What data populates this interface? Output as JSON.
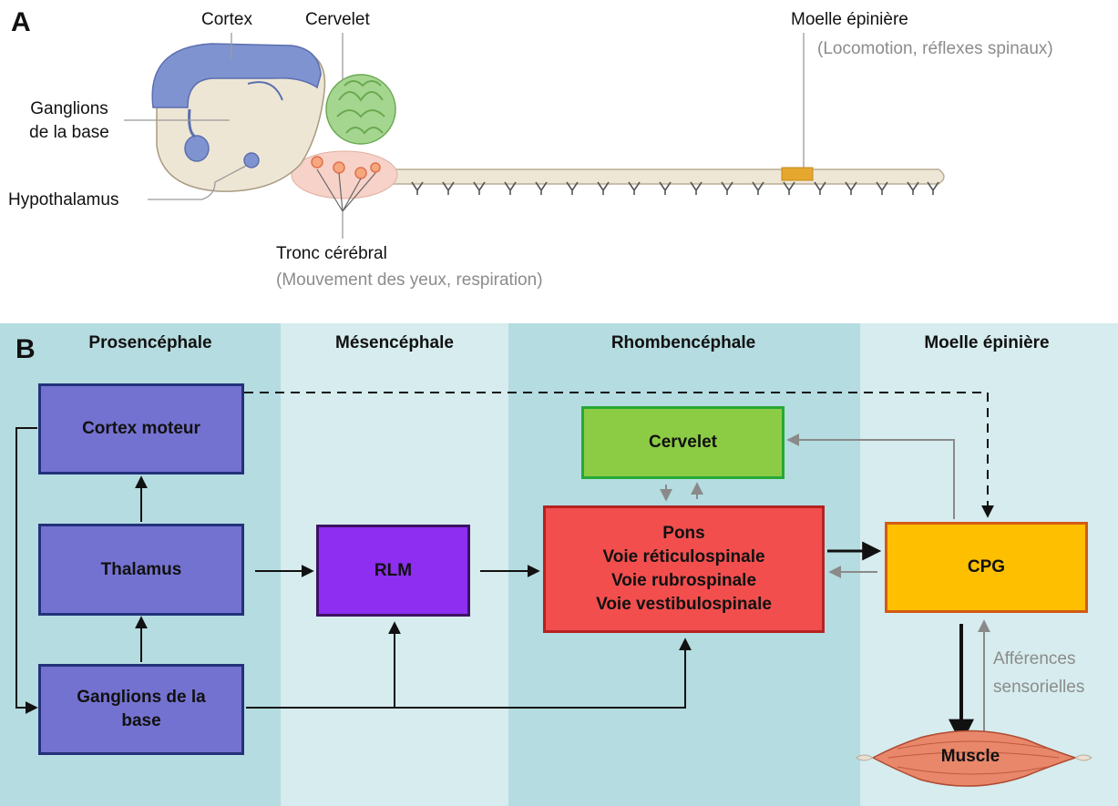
{
  "panel_a": {
    "letter": "A",
    "labels": {
      "cortex": "Cortex",
      "cervelet": "Cervelet",
      "ganglions_line1": "Ganglions",
      "ganglions_line2": "de la base",
      "hypothalamus": "Hypothalamus",
      "tronc": "Tronc cérébral",
      "tronc_sub": "(Mouvement des yeux, respiration)",
      "moelle": "Moelle épinière",
      "moelle_sub": "(Locomotion, réflexes spinaux)"
    }
  },
  "panel_b": {
    "letter": "B",
    "regions": {
      "prosencephale": "Prosencéphale",
      "mesencephale": "Mésencéphale",
      "rhombencephale": "Rhombencéphale",
      "moelle": "Moelle épinière"
    },
    "boxes": {
      "cortex_moteur": "Cortex moteur",
      "thalamus": "Thalamus",
      "ganglions_line1": "Ganglions de la",
      "ganglions_line2": "base",
      "rlm": "RLM",
      "cervelet": "Cervelet",
      "pons_line1": "Pons",
      "pons_line2": "Voie réticulospinale",
      "pons_line3": "Voie rubrospinale",
      "pons_line4": "Voie vestibulospinale",
      "cpg": "CPG"
    },
    "afferences_line1": "Afférences",
    "afferences_line2": "sensorielles",
    "muscle": "Muscle"
  },
  "colors": {
    "band_dark": "#b5dce0",
    "band_light": "#d6ecee",
    "forebrain_box": "#7472d0",
    "rlm_box": "#8e2ef1",
    "cerebellum_box": "#8ccc44",
    "brainstem_box": "#f24e4e",
    "cpg_box": "#fdbf00",
    "grey_arrow": "#8a8a8a"
  }
}
